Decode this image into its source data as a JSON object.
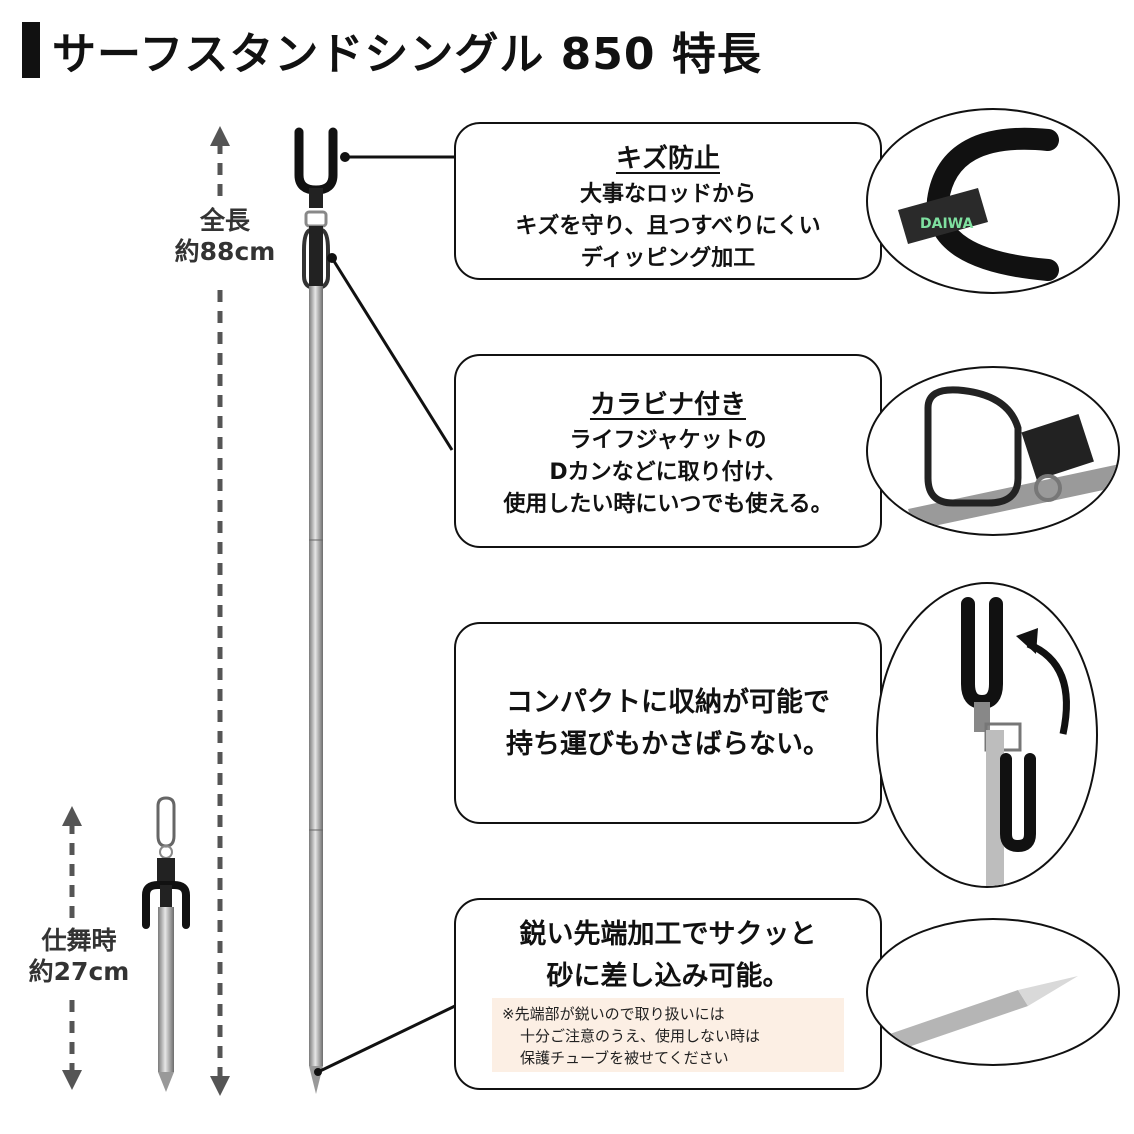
{
  "title": "サーフスタンドシングル 850 特長",
  "dimensions": {
    "full_length_label": "全長",
    "full_length_value": "約88cm",
    "stored_label": "仕舞時",
    "stored_value": "約27cm"
  },
  "features": [
    {
      "heading": "キズ防止",
      "lines": [
        "大事なロッドから",
        "キズを守り、且つすべりにくい",
        "ディッピング加工"
      ]
    },
    {
      "heading": "カラビナ付き",
      "lines": [
        "ライフジャケットの",
        "Dカンなどに取り付け、",
        "使用したい時にいつでも使える。"
      ]
    },
    {
      "heading": "",
      "lines": [
        "コンパクトに収納が可能で",
        "持ち運びもかさばらない。"
      ]
    },
    {
      "heading": "",
      "lines": [
        "鋭い先端加工でサクッと",
        "砂に差し込み可能。"
      ],
      "note": [
        "※先端部が鋭いので取り扱いには",
        "十分ご注意のうえ、使用しない時は",
        "保護チューブを被せてください"
      ]
    }
  ],
  "brand_mark": "DAIWA",
  "colors": {
    "text": "#111111",
    "accent_black": "#111111",
    "note_bg": "#fcefe4",
    "metal": "#b8b8b8",
    "dim_arrow": "#555555"
  }
}
